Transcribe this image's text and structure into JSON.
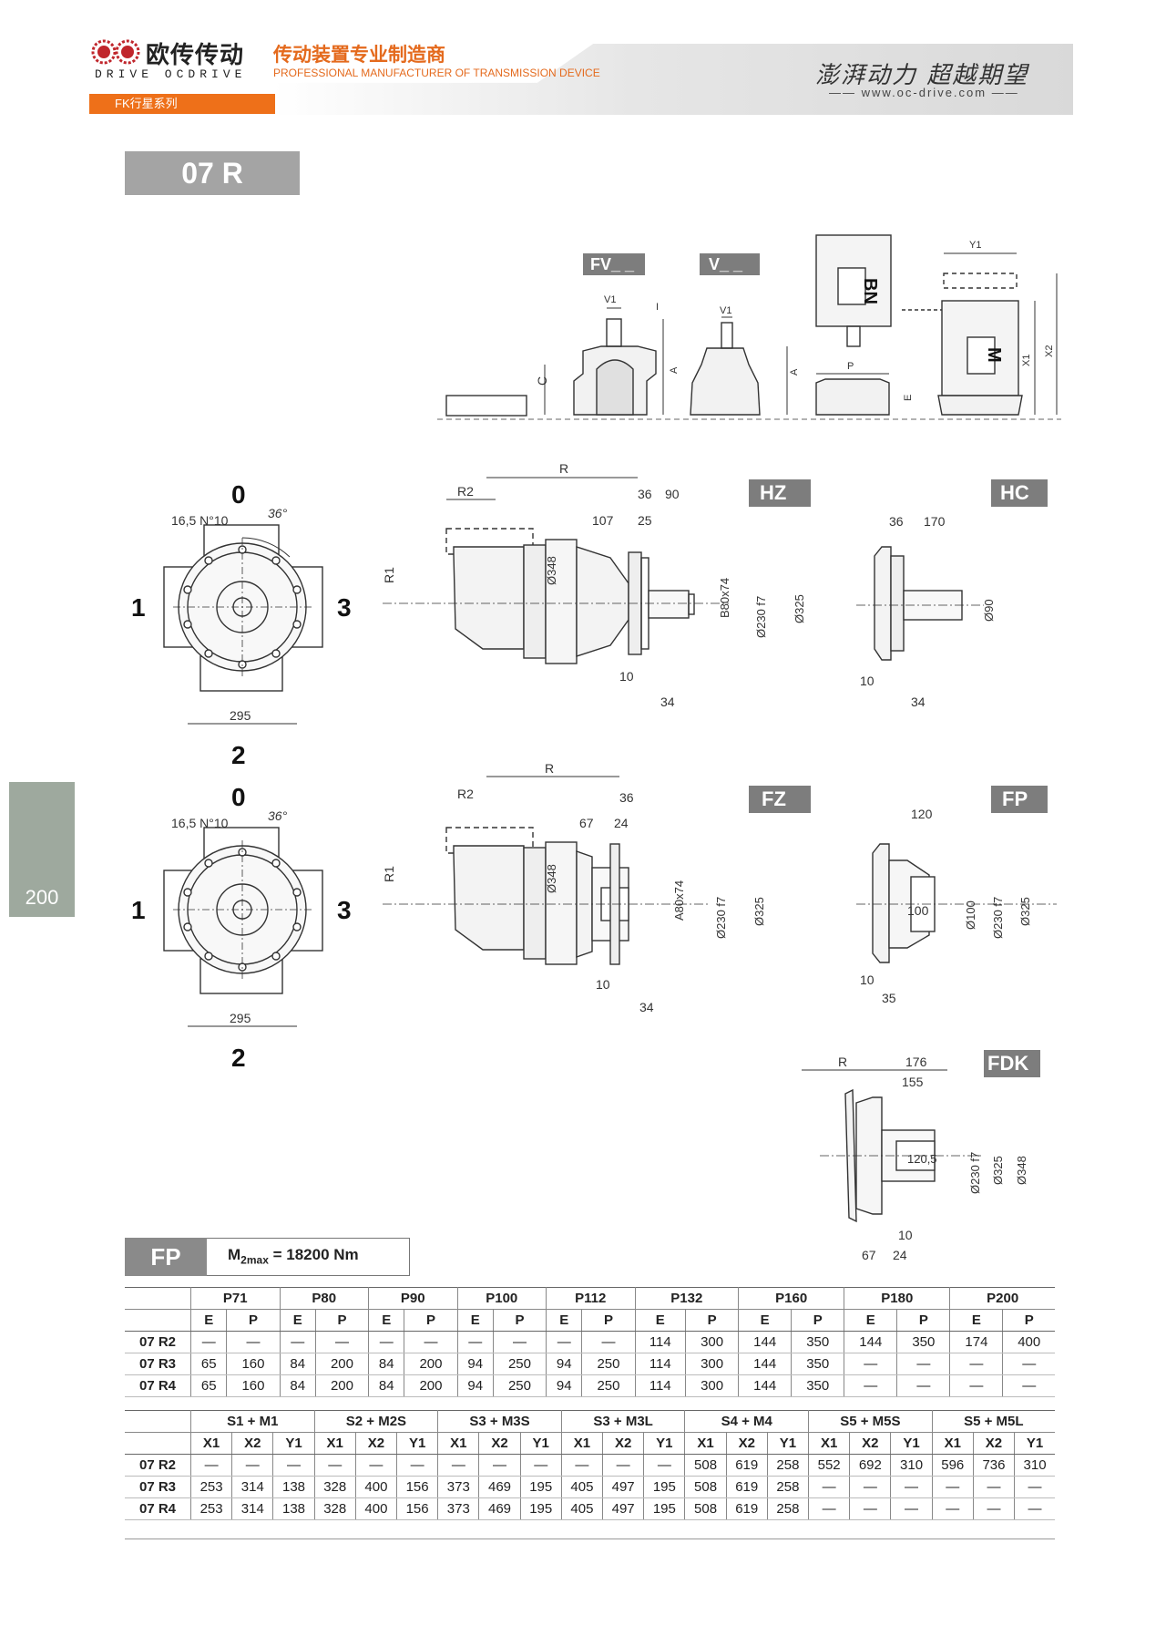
{
  "header": {
    "logo_cn": "欧传传动",
    "logo_en": "DRIVE OCDRIVE",
    "tagline_cn": "传动装置专业制造商",
    "tagline_en": "PROFESSIONAL MANUFACTURER OF TRANSMISSION DEVICE",
    "slogan": "澎湃动力 超越期望",
    "website": "www.oc-drive.com",
    "series_tab": "FK行星系列"
  },
  "model": "07 R",
  "page_number": "200",
  "drawing_labels": {
    "FV": "FV_ _",
    "V": "V_ _",
    "BN": "BN",
    "M": "M",
    "HZ": "HZ",
    "HC": "HC",
    "FZ": "FZ",
    "FP": "FP",
    "FDK": "FDK",
    "pos0": "0",
    "pos1": "1",
    "pos2": "2",
    "pos3": "3",
    "holes": "16,5 N°10",
    "angle": "36°",
    "width295": "295",
    "R": "R",
    "R1": "R1",
    "R2": "R2",
    "d348": "Ø348",
    "d230": "Ø230 f7",
    "d325": "Ø325",
    "d90": "Ø90",
    "d100": "Ø100",
    "key_b": "B80x74",
    "key_a": "A80x74",
    "n36": "36",
    "n90": "90",
    "n107": "107",
    "n25": "25",
    "n10": "10",
    "n34": "34",
    "n170": "170",
    "n67": "67",
    "n24": "24",
    "n120": "120",
    "n100": "100",
    "n35": "35",
    "n176": "176",
    "n155": "155",
    "n1205": "120,5",
    "V1": "V1",
    "I": "I",
    "A": "A",
    "C": "C",
    "P": "P",
    "E": "E",
    "Y1": "Y1",
    "X1": "X1",
    "X2": "X2"
  },
  "fp_box": {
    "tag": "FP",
    "torque_label": "M",
    "torque_sub": "2max",
    "torque_value": "= 18200 Nm"
  },
  "table_p": {
    "groups": [
      "P71",
      "P80",
      "P90",
      "P100",
      "P112",
      "P132",
      "P160",
      "P180",
      "P200"
    ],
    "sub": [
      "E",
      "P"
    ],
    "rows": [
      {
        "model": "07 R2",
        "values": [
          "—",
          "—",
          "—",
          "—",
          "—",
          "—",
          "—",
          "—",
          "—",
          "—",
          "114",
          "300",
          "144",
          "350",
          "144",
          "350",
          "174",
          "400"
        ]
      },
      {
        "model": "07 R3",
        "values": [
          "65",
          "160",
          "84",
          "200",
          "84",
          "200",
          "94",
          "250",
          "94",
          "250",
          "114",
          "300",
          "144",
          "350",
          "—",
          "—",
          "—",
          "—"
        ]
      },
      {
        "model": "07 R4",
        "values": [
          "65",
          "160",
          "84",
          "200",
          "84",
          "200",
          "94",
          "250",
          "94",
          "250",
          "114",
          "300",
          "144",
          "350",
          "—",
          "—",
          "—",
          "—"
        ]
      }
    ]
  },
  "table_s": {
    "groups": [
      "S1 + M1",
      "S2 + M2S",
      "S3 + M3S",
      "S3 + M3L",
      "S4 + M4",
      "S5 + M5S",
      "S5 + M5L"
    ],
    "sub": [
      "X1",
      "X2",
      "Y1"
    ],
    "rows": [
      {
        "model": "07 R2",
        "values": [
          "—",
          "—",
          "—",
          "—",
          "—",
          "—",
          "—",
          "—",
          "—",
          "—",
          "—",
          "—",
          "508",
          "619",
          "258",
          "552",
          "692",
          "310",
          "596",
          "736",
          "310"
        ]
      },
      {
        "model": "07 R3",
        "values": [
          "253",
          "314",
          "138",
          "328",
          "400",
          "156",
          "373",
          "469",
          "195",
          "405",
          "497",
          "195",
          "508",
          "619",
          "258",
          "—",
          "—",
          "—",
          "—",
          "—",
          "—"
        ]
      },
      {
        "model": "07 R4",
        "values": [
          "253",
          "314",
          "138",
          "328",
          "400",
          "156",
          "373",
          "469",
          "195",
          "405",
          "497",
          "195",
          "508",
          "619",
          "258",
          "—",
          "—",
          "—",
          "—",
          "—",
          "—"
        ]
      }
    ]
  }
}
